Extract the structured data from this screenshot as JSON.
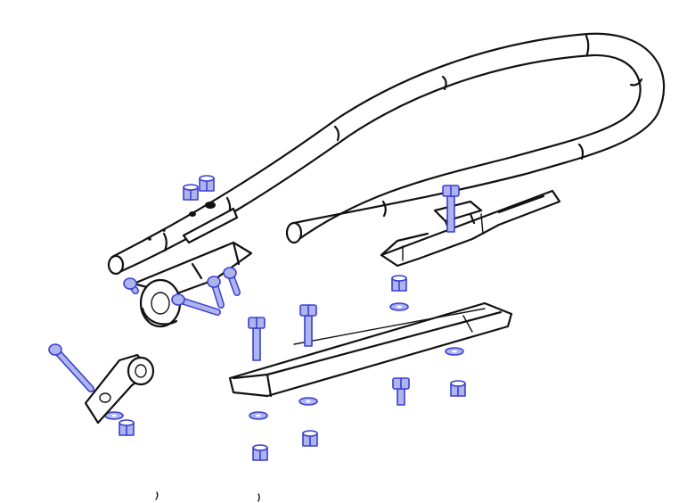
{
  "colors": {
    "line": "#111111",
    "hardware_fill": "#aeb4ee",
    "hardware_stroke": "#3a3fcf",
    "background": "#ffffff"
  },
  "parts": [
    "handlebar-frame",
    "axle-bracket",
    "tow-arm",
    "skid-plate",
    "hitch-clamp",
    "bolts",
    "nuts",
    "washers"
  ]
}
